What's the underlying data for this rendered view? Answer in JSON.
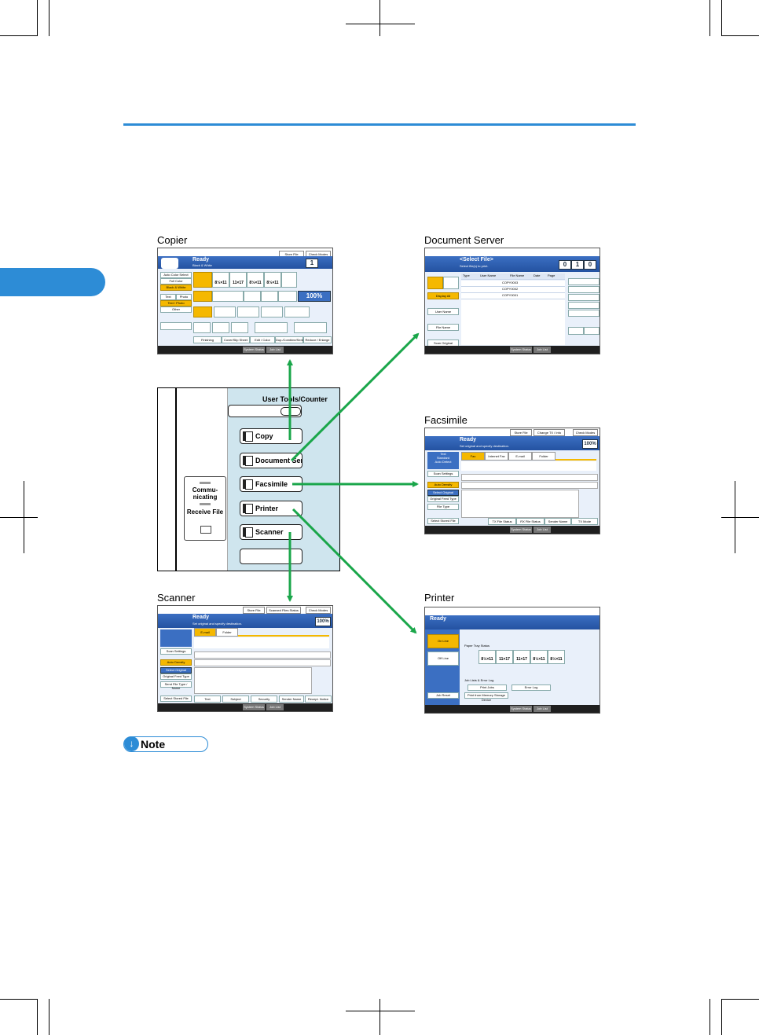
{
  "labels": {
    "copier": "Copier",
    "document_server": "Document Server",
    "facsimile": "Facsimile",
    "scanner": "Scanner",
    "printer": "Printer"
  },
  "colors": {
    "accent": "#2d8cd6",
    "arrow": "#1aa64a",
    "screen_banner": "#3b6fc2",
    "screen_highlight": "#f5b800"
  },
  "control_panel": {
    "title": "User Tools/Counter",
    "buttons": [
      "Copy",
      "Document Serve",
      "Facsimile",
      "Printer",
      "Scanner"
    ],
    "status": {
      "line1": "Commu-",
      "line2": "nicating",
      "line3": "Receive File"
    }
  },
  "screens": {
    "copier": {
      "banner": "Ready",
      "sub": "Black & White",
      "top_buttons": [
        "Store File",
        "Check Modes"
      ],
      "counter": "1",
      "left_buttons": [
        "Auto Color Select",
        "Full Color",
        "Black & White",
        "Text",
        "Photo",
        "Text / Photo",
        "Other"
      ],
      "paper": [
        "8½×11",
        "11×17",
        "8½×11",
        "8½×11"
      ],
      "ratio": "100%",
      "bottom": [
        "Finishing",
        "Cover/Slip Sheet",
        "Edit / Color",
        "Dup./Combine/Series",
        "Reduce / Enlarge"
      ],
      "footer": [
        "System Status",
        "Job List"
      ]
    },
    "document_server": {
      "banner": "<Select File>",
      "sub": "Select file(s) to print.",
      "columns": [
        "Type",
        "User Name",
        "File Name",
        "Date",
        "Page"
      ],
      "files": [
        "COPY0003",
        "COPY0002",
        "COPY0001"
      ],
      "left_buttons": [
        "Display All",
        "User Name",
        "File Name",
        "Scan Original"
      ],
      "counter": "1",
      "footer": [
        "System Status",
        "Job List"
      ]
    },
    "facsimile": {
      "banner": "Ready",
      "sub": "Set original and specify destination.",
      "top_buttons": [
        "Store File",
        "Change TX / Info",
        "Check Modes"
      ],
      "memory": "100%",
      "tabs": [
        "Fax",
        "Internet Fax",
        "E-mail",
        "Folder"
      ],
      "left_buttons": [
        "Text",
        "Standard",
        "Auto Detect",
        "Scan Settings",
        "Auto Density",
        "Select Original",
        "Original Feed Type",
        "File Type",
        "Select Stored File"
      ],
      "bottom": [
        "TX File Status",
        "RX File Status",
        "Sender Name",
        "TX Mode"
      ],
      "footer": [
        "System Status",
        "Job List"
      ]
    },
    "scanner": {
      "banner": "Ready",
      "sub": "Set original and specify destination.",
      "top_buttons": [
        "Store File",
        "Scanned Files Status",
        "Check Modes"
      ],
      "memory": "100%",
      "tabs": [
        "E-mail",
        "Folder"
      ],
      "left_buttons": [
        "Scan Settings",
        "Auto Density",
        "Select Original",
        "Original Feed Type",
        "Send File Type / Name",
        "Select Stored File"
      ],
      "bottom": [
        "Text",
        "Subject",
        "Security",
        "Sender Name",
        "Recept. Notice"
      ],
      "footer": [
        "System Status",
        "Job List"
      ]
    },
    "printer": {
      "banner": "Ready",
      "left_buttons": [
        "On Line",
        "Off Line",
        "Job Reset"
      ],
      "section1": "Paper Tray Status",
      "paper": [
        "8½×11",
        "11×17",
        "11×17",
        "8½×11",
        "8½×11"
      ],
      "section2": "Job Lists & Error Log",
      "buttons": [
        "Print Jobs",
        "Error Log",
        "Print from Memory Storage Device"
      ],
      "footer": [
        "System Status",
        "Job List"
      ]
    }
  },
  "note": {
    "label": "Note"
  }
}
